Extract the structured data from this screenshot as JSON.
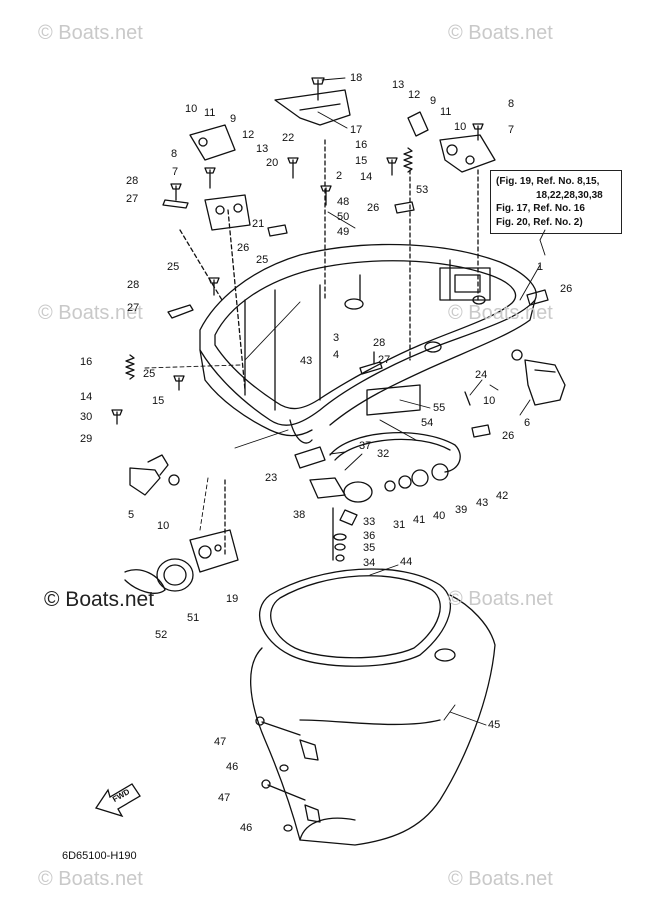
{
  "watermarks": {
    "top_left": "© Boats.net",
    "top_right": "© Boats.net",
    "mid_left": "© Boats.net",
    "mid_right": "© Boats.net",
    "center_left": "© Boats.net",
    "center_right": "© Boats.net",
    "bottom_left": "© Boats.net",
    "bottom_right": "© Boats.net"
  },
  "diagram_code": "6D65100-H190",
  "note": {
    "line1": "(Fig. 19, Ref. No. 8,15,",
    "line2": "18,22,28,30,38",
    "line3": "Fig. 17, Ref. No. 16",
    "line4": "Fig. 20, Ref. No. 2)"
  },
  "fwd_label": "FWD",
  "callouts": [
    "18",
    "13",
    "12",
    "9",
    "11",
    "10",
    "8",
    "7",
    "10",
    "11",
    "9",
    "12",
    "13",
    "22",
    "20",
    "17",
    "16",
    "15",
    "14",
    "2",
    "48",
    "50",
    "49",
    "53",
    "26",
    "21",
    "26",
    "8",
    "7",
    "28",
    "27",
    "25",
    "25",
    "28",
    "27",
    "1",
    "26",
    "16",
    "14",
    "15",
    "25",
    "30",
    "29",
    "3",
    "4",
    "28",
    "27",
    "43",
    "24",
    "10",
    "6",
    "55",
    "54",
    "26",
    "23",
    "37",
    "32",
    "5",
    "10",
    "43",
    "42",
    "38",
    "33",
    "36",
    "35",
    "34",
    "31",
    "41",
    "40",
    "39",
    "19",
    "51",
    "52",
    "44",
    "45",
    "47",
    "46",
    "47",
    "46"
  ]
}
